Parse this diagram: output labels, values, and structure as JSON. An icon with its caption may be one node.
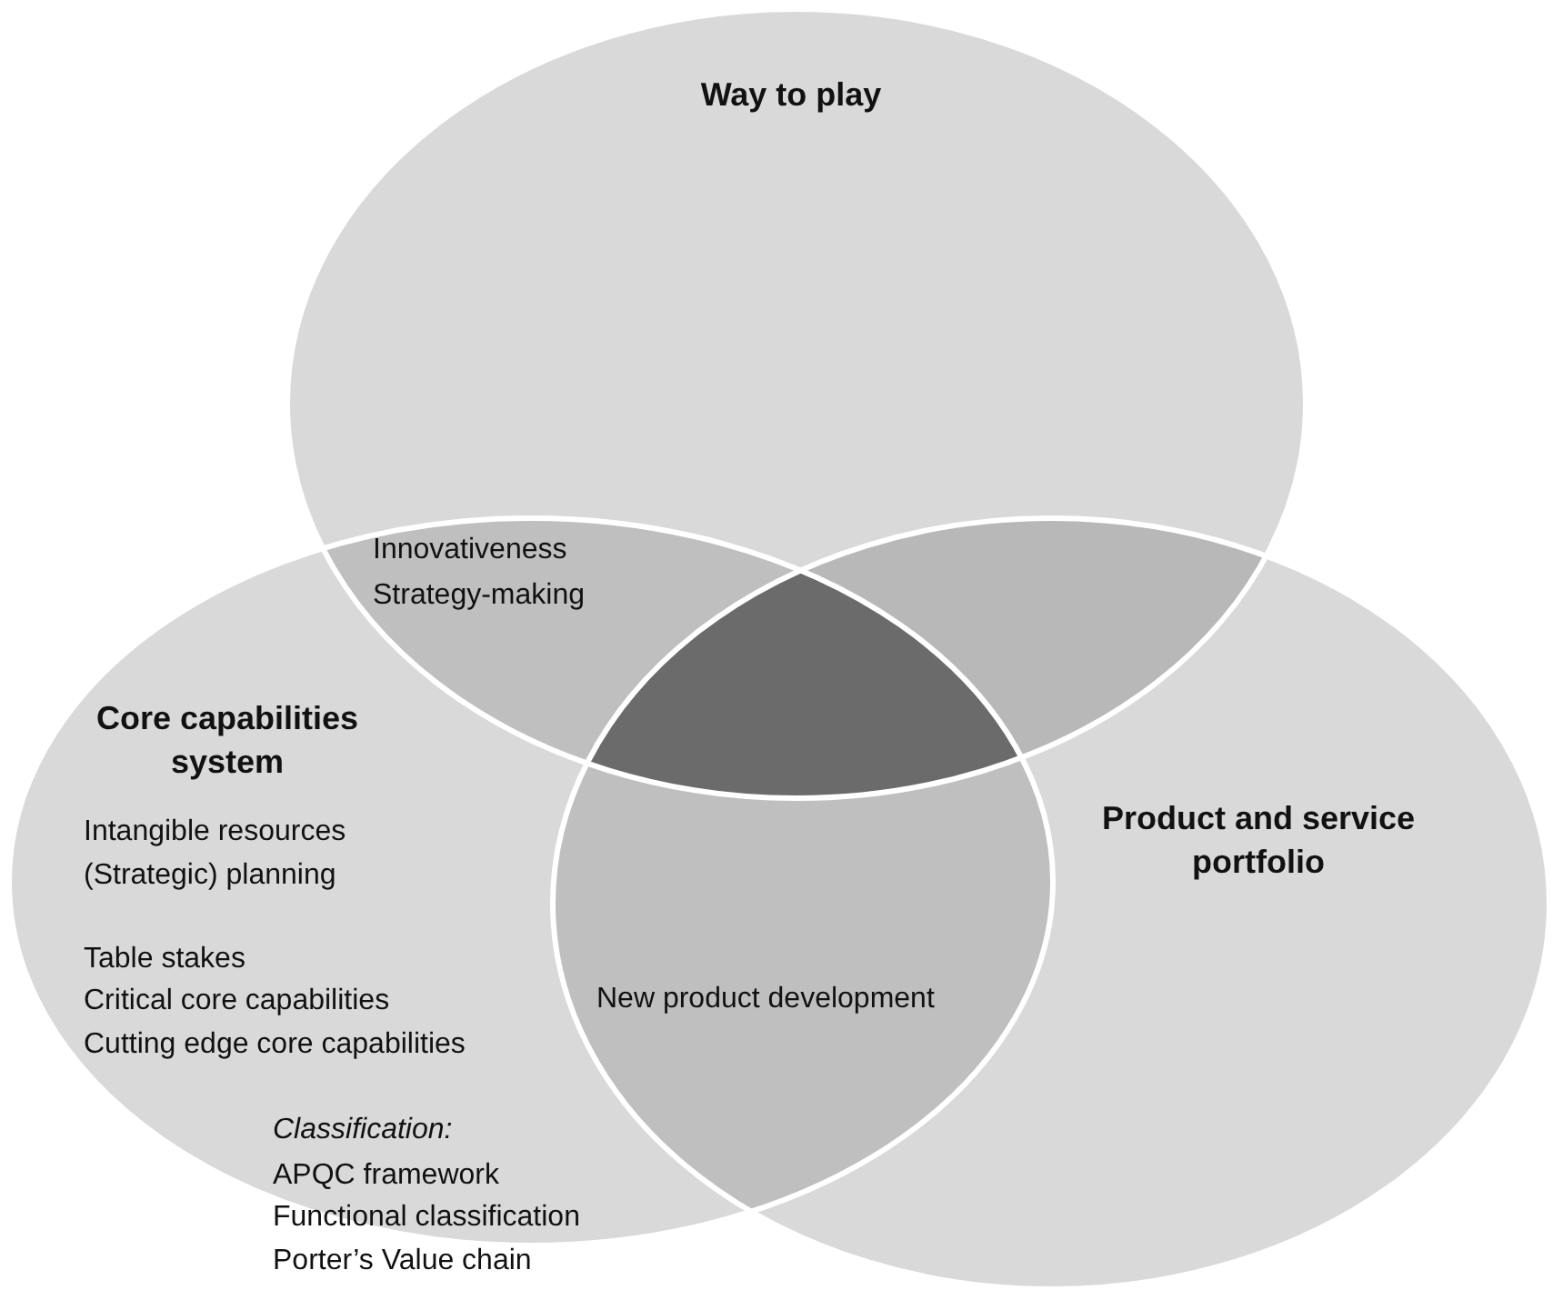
{
  "diagram": {
    "nodes": [
      {
        "text": [
          "Way to play"
        ]
      },
      {
        "text": [
          "Core capabilities system",
          "Intangible resources",
          "(Strategic) planning",
          "Table stakes",
          "Critical core capabilities",
          "Cutting edge core capabilities",
          "Classification:",
          "APQC framework",
          "Functional classification",
          "Porter’s Value chain"
        ]
      },
      {
        "text": [
          "Product and service portfolio"
        ]
      },
      {
        "text": [
          "Innovativeness",
          "Strategy-making"
        ]
      },
      {
        "text": [
          "New product development"
        ]
      }
    ],
    "edges": []
  }
}
